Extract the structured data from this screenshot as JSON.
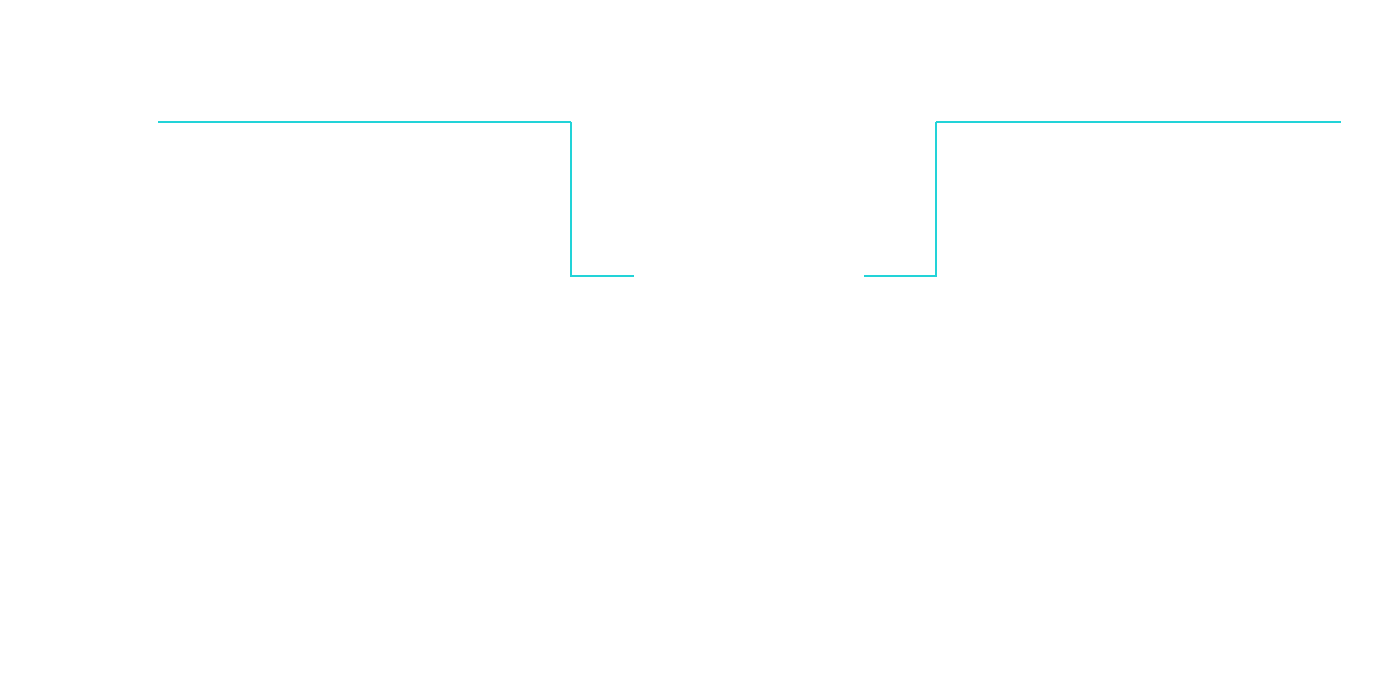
{
  "diagram": {
    "kind": "step-waveform",
    "line_color": "#22d3d8",
    "background": "#ffffff",
    "segments": [
      {
        "name": "left-high",
        "level": "high"
      },
      {
        "name": "left-fall-and-low",
        "level": "low"
      },
      {
        "name": "right-low-and-rise",
        "level": "low"
      },
      {
        "name": "right-high",
        "level": "high"
      }
    ]
  }
}
